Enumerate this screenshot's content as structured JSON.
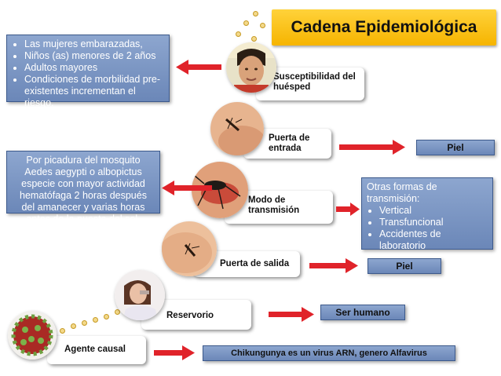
{
  "title": "Cadena Epidemiológica",
  "stages": {
    "susceptibilidad": "Susceptibilidad del huésped",
    "puerta_entrada": "Puerta de entrada",
    "modo_transmision": "Modo de transmisión",
    "puerta_salida": "Puerta de salida",
    "reservorio": "Reservorio",
    "agente_causal": "Agente causal"
  },
  "susceptibles": [
    "Las mujeres embarazadas,",
    "Niños (as) menores de 2 años",
    "Adultos mayores",
    "Condiciones de morbilidad pre-existentes incrementan el riesgo."
  ],
  "transmision_text": "Por picadura del mosquito Aedes aegypti o albopictus especie con mayor actividad hematófaga 2 horas después del amanecer y varias horas antes de la puesta del sol.",
  "otras_formas": {
    "heading": "Otras formas de transmisión:",
    "items": [
      "Vertical",
      "Transfuncional",
      "Accidentes de laboratorio"
    ]
  },
  "puerta_entrada_value": "Piel",
  "puerta_salida_value": "Piel",
  "reservorio_value": "Ser humano",
  "agente_value": "Chikungunya es un virus ARN, genero Alfavirus",
  "colors": {
    "title_bg": "#f6b400",
    "blue_box": "#7b95c4",
    "arrow": "#e0232a"
  }
}
